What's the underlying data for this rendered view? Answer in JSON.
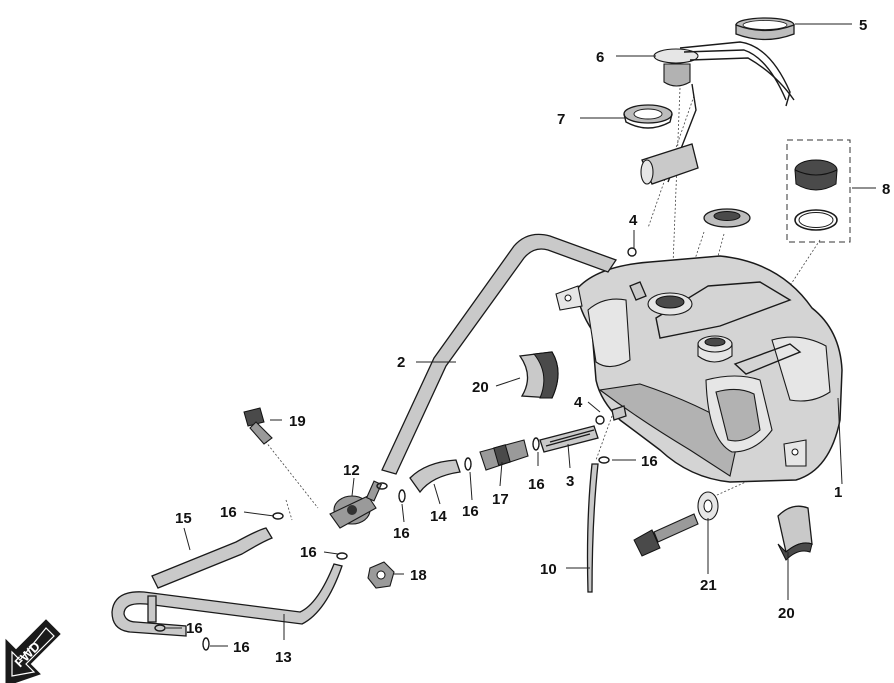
{
  "callouts": {
    "c1": "1",
    "c2": "2",
    "c4a": "4",
    "c4b": "4",
    "c5": "5",
    "c6": "6",
    "c7": "7",
    "c8": "8",
    "c10": "10",
    "c12": "12",
    "c13": "13",
    "c14": "14",
    "c15": "15",
    "c16a": "16",
    "c16b": "16",
    "c16c": "16",
    "c16d": "16",
    "c16e": "16",
    "c16f": "16",
    "c16g": "16",
    "c16h": "16",
    "c17": "17",
    "c18": "18",
    "c19": "19",
    "c20a": "20",
    "c20b": "20",
    "c21": "21",
    "c3": "3"
  },
  "fwd_badge": "FWD",
  "colors": {
    "ink": "#1a1a1a",
    "hose_fill": "#c9c9c9",
    "tank_fill": "#d4d4d4",
    "badge_fill": "#1a1a1a"
  }
}
